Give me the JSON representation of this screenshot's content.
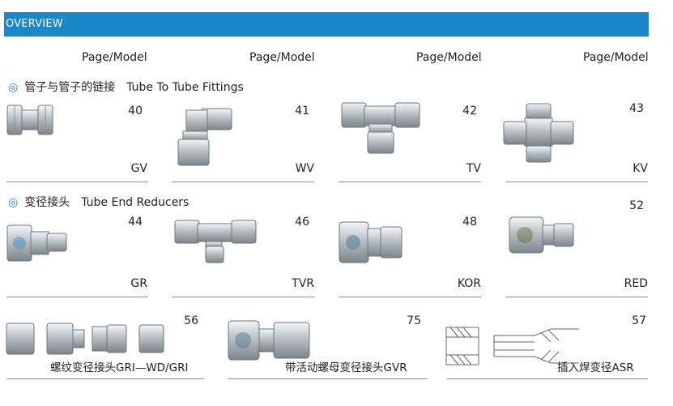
{
  "header": {
    "title": "OVERVIEW"
  },
  "columns": {
    "page_model": "Page/Model"
  },
  "sections": [
    {
      "cn": "管子与管子的链接",
      "en": "Tube To Tube Fittings"
    },
    {
      "cn": "变径接头",
      "en": "Tube End Reducers"
    }
  ],
  "row1": [
    {
      "page": "40",
      "model": "GV"
    },
    {
      "page": "41",
      "model": "WV"
    },
    {
      "page": "42",
      "model": "TV"
    },
    {
      "page": "43",
      "model": "KV"
    }
  ],
  "row2": [
    {
      "page": "44",
      "model": "GR"
    },
    {
      "page": "46",
      "model": "TVR"
    },
    {
      "page": "48",
      "model": "KOR"
    },
    {
      "page": "52",
      "model": "RED"
    }
  ],
  "row3": [
    {
      "page": "56",
      "caption": "螺纹变径接头GRI—WD/GRI"
    },
    {
      "page": "75",
      "caption": "带活动螺母变径接头GVR"
    },
    {
      "page": "57",
      "caption": "插入焊变径ASR"
    }
  ],
  "colors": {
    "accent": "#1a87c9"
  }
}
